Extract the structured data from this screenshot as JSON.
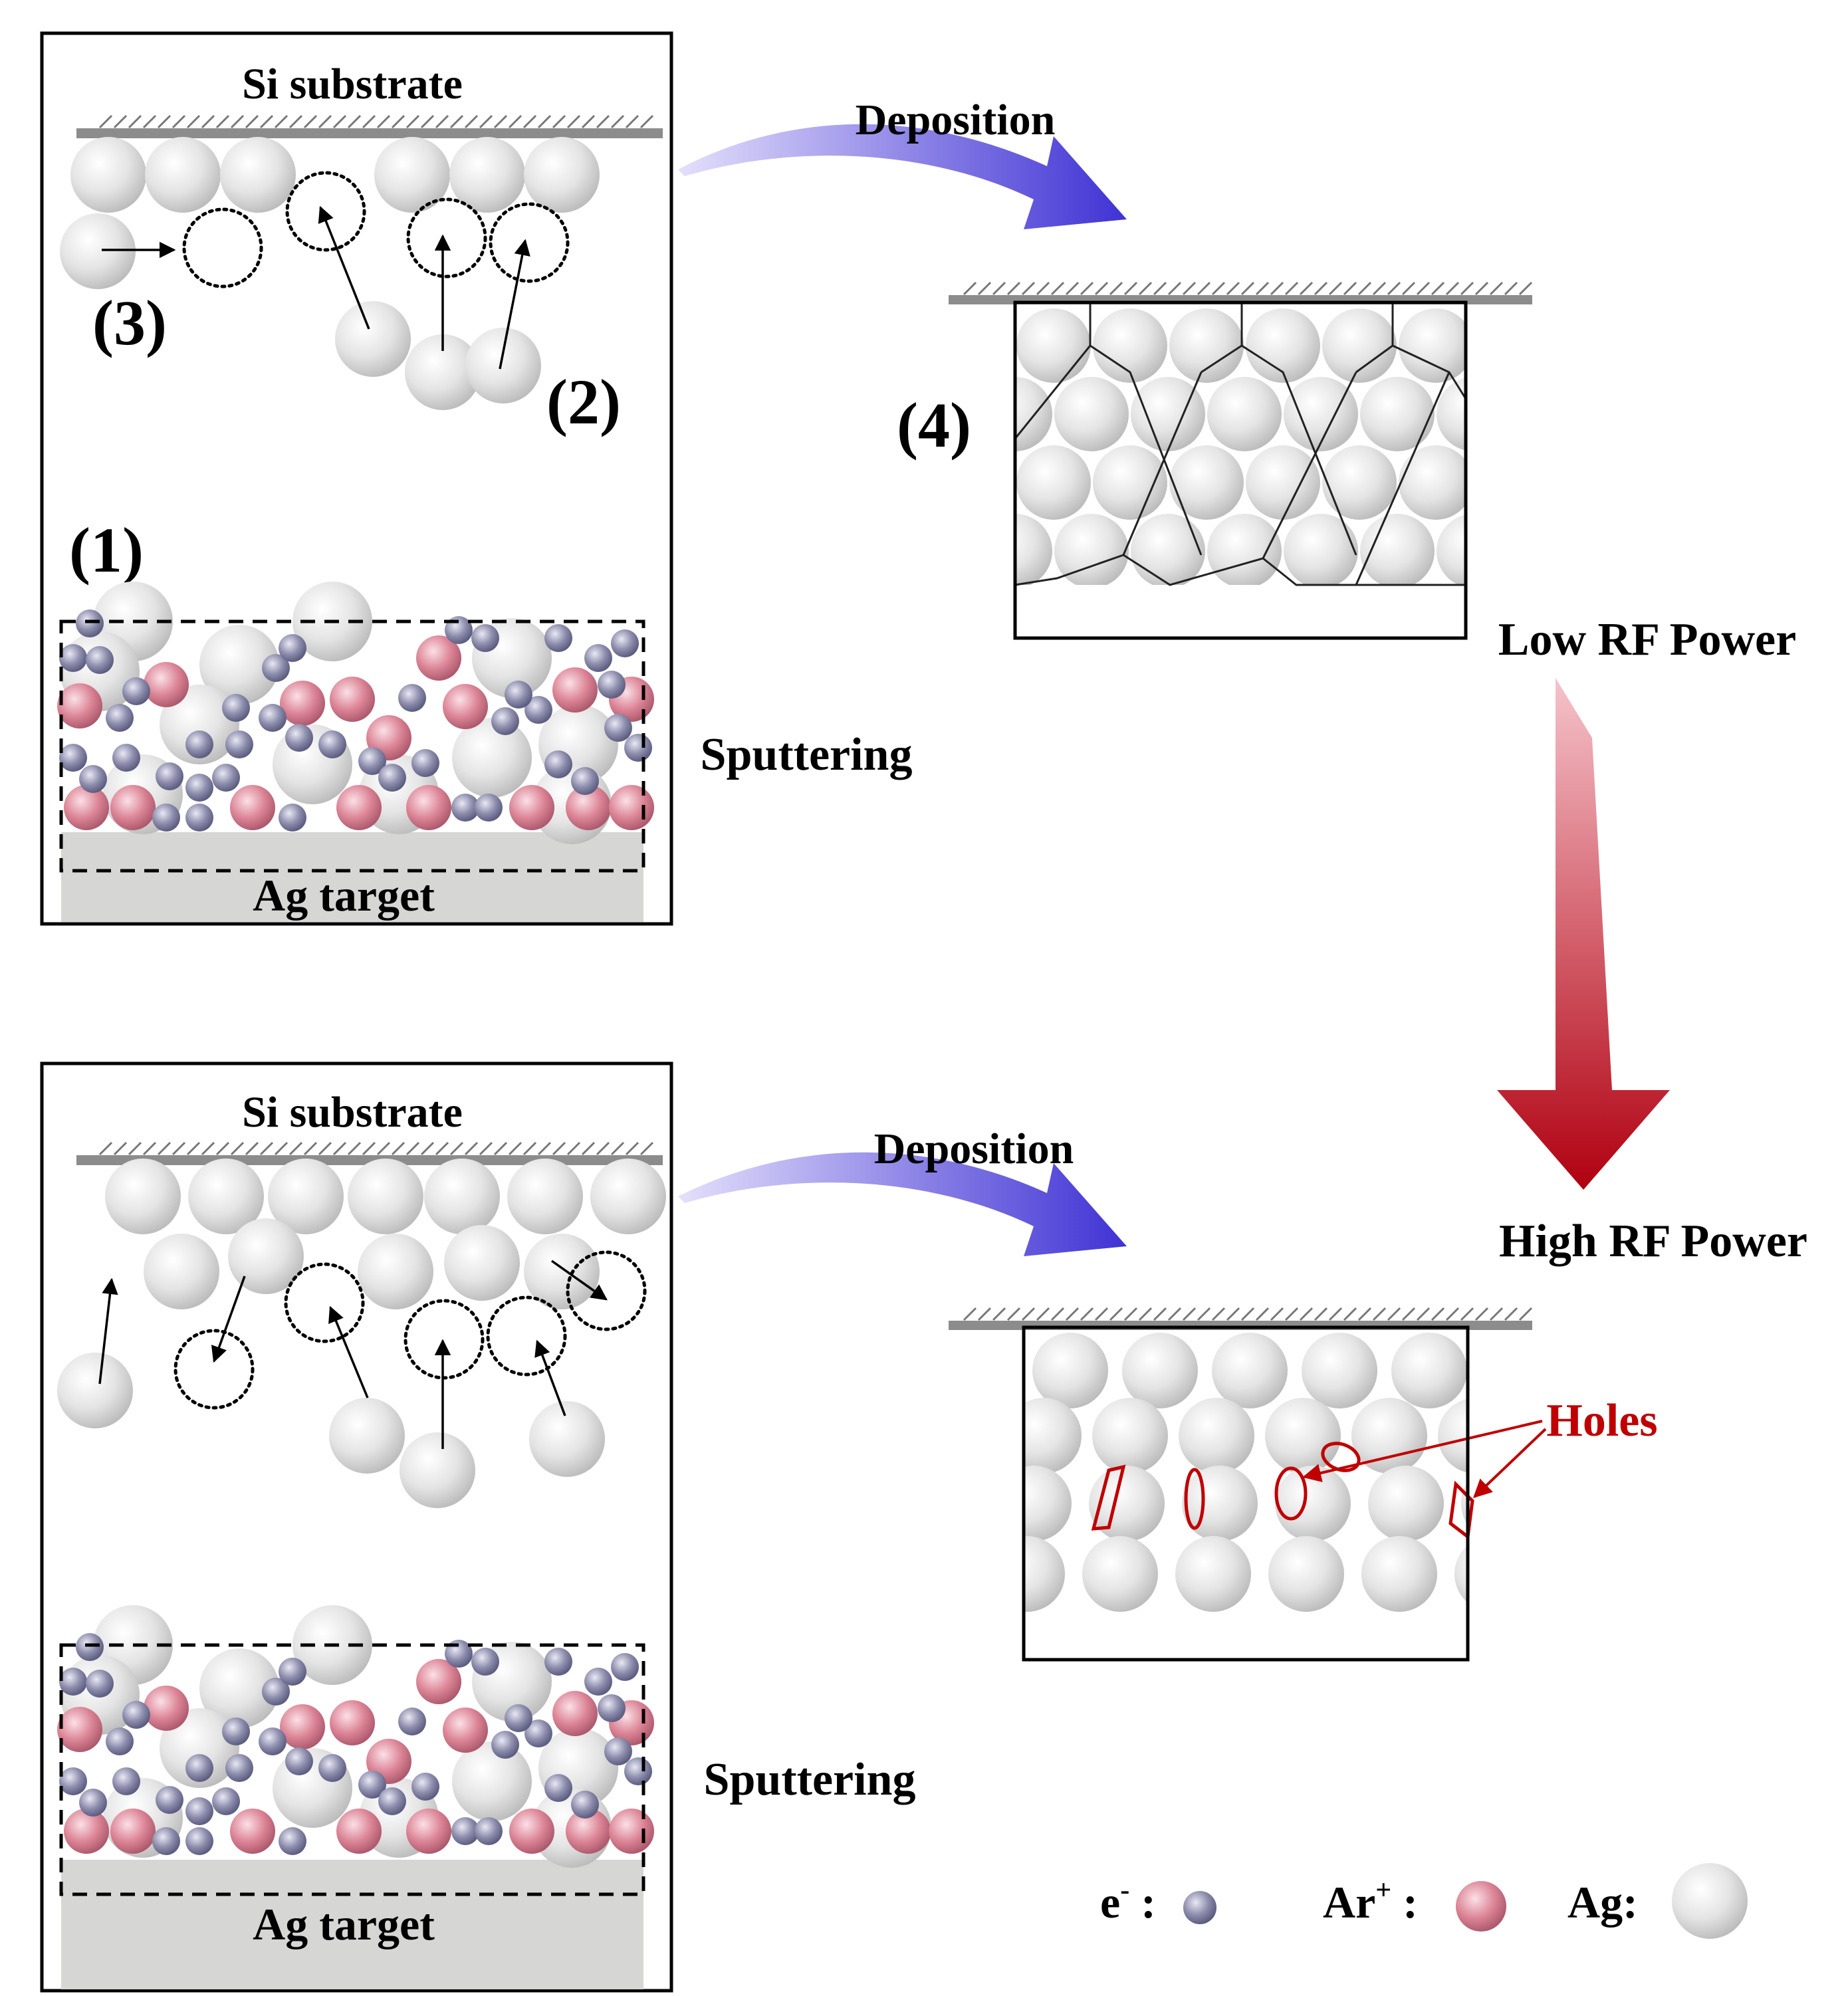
{
  "top": {
    "substrate_label": "Si substrate",
    "target_label": "Ag target",
    "deposition_label": "Deposition",
    "sputtering_label": "Sputtering",
    "step1": "(1)",
    "step2": "(2)",
    "step3": "(3)",
    "step4": "(4)"
  },
  "middle": {
    "low_label": "Low RF Power",
    "high_label": "High RF Power"
  },
  "bottom": {
    "substrate_label": "Si substrate",
    "target_label": "Ag target",
    "deposition_label": "Deposition",
    "sputtering_label": "Sputtering",
    "holes_label": "Holes"
  },
  "legend": {
    "electron_label": "e",
    "electron_sup": "-",
    "electron_colon": " :",
    "ar_label": "Ar",
    "ar_sup": "+",
    "ar_colon": " :",
    "ag_label": "Ag:"
  },
  "colors": {
    "ag": "#e3e3e3",
    "ar": "#e08a9c",
    "electron": "#8a8aaa",
    "target": "#d6d6d4",
    "substrate_bar": "#8c8c8c",
    "deposition_arrow": "#4a3fd6",
    "power_arrow": "#b30010",
    "holes": "#c00000"
  }
}
